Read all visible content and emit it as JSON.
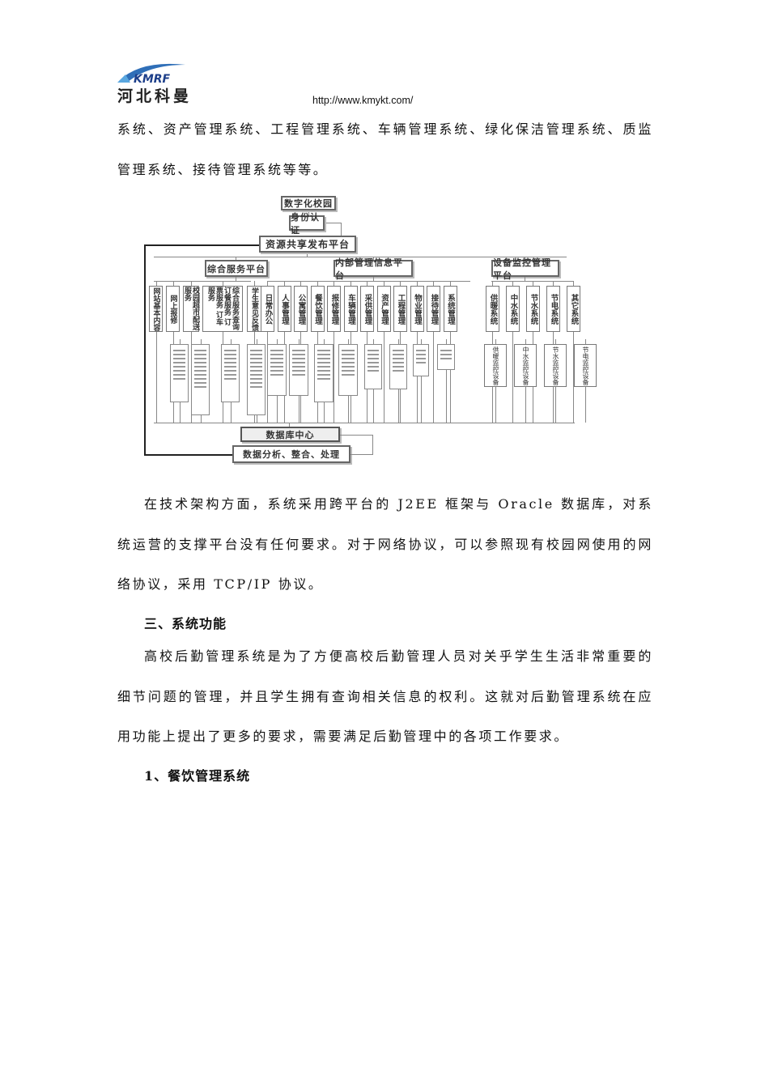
{
  "header": {
    "logo_text": "KMRF",
    "logo_caption": "河北科曼",
    "url": "http://www.kmykt.com/"
  },
  "paragraphs": [
    "系统、资产管理系统、工程管理系统、车辆管理系统、绿化保洁管理系统、质监管理系统、接待管理系统等等。",
    "在技术架构方面，系统采用跨平台的 J2EE 框架与 Oracle 数据库，对系统运营的支撑平台没有任何要求。对于网络协议，可以参照现有校园网使用的网络协议，采用 TCP/IP 协议。",
    "高校后勤管理系统是为了方便高校后勤管理人员对关乎学生生活非常重要的细节问题的管理，并且学生拥有查询相关信息的权利。这就对后勤管理系统在应用功能上提出了更多的要求，需要满足后勤管理中的各项工作要求。"
  ],
  "headings": [
    "三、系统功能",
    "1、餐饮管理系统"
  ],
  "diagram": {
    "top": "数字化校园",
    "auth": "身份认证",
    "platform": "资源共享发布平台",
    "groups": [
      "综合服务平台",
      "内部管理信息平台",
      "设备监控管理平台"
    ],
    "service_items": [
      "网站基本内容",
      "网上报修",
      "校园超市配送服务",
      "综合服务查询",
      "订餐服务",
      "订票服务",
      "订车服务",
      "学生意见反馈"
    ],
    "internal_items": [
      "日常办公",
      "人事管理",
      "公寓管理",
      "餐饮管理",
      "报修管理",
      "车辆管理",
      "采供管理",
      "资产管理",
      "工程管理",
      "物业管理",
      "接待管理",
      "系统管理"
    ],
    "device_items": [
      "供暖系统",
      "中水系统",
      "节水系统",
      "节电系统",
      "其它系统"
    ],
    "device_details": [
      "供暖监控设备",
      "中水监控设备",
      "节水监控设备",
      "节电监控设备"
    ],
    "database": "数据库中心",
    "analysis": "数据分析、整合、处理"
  }
}
